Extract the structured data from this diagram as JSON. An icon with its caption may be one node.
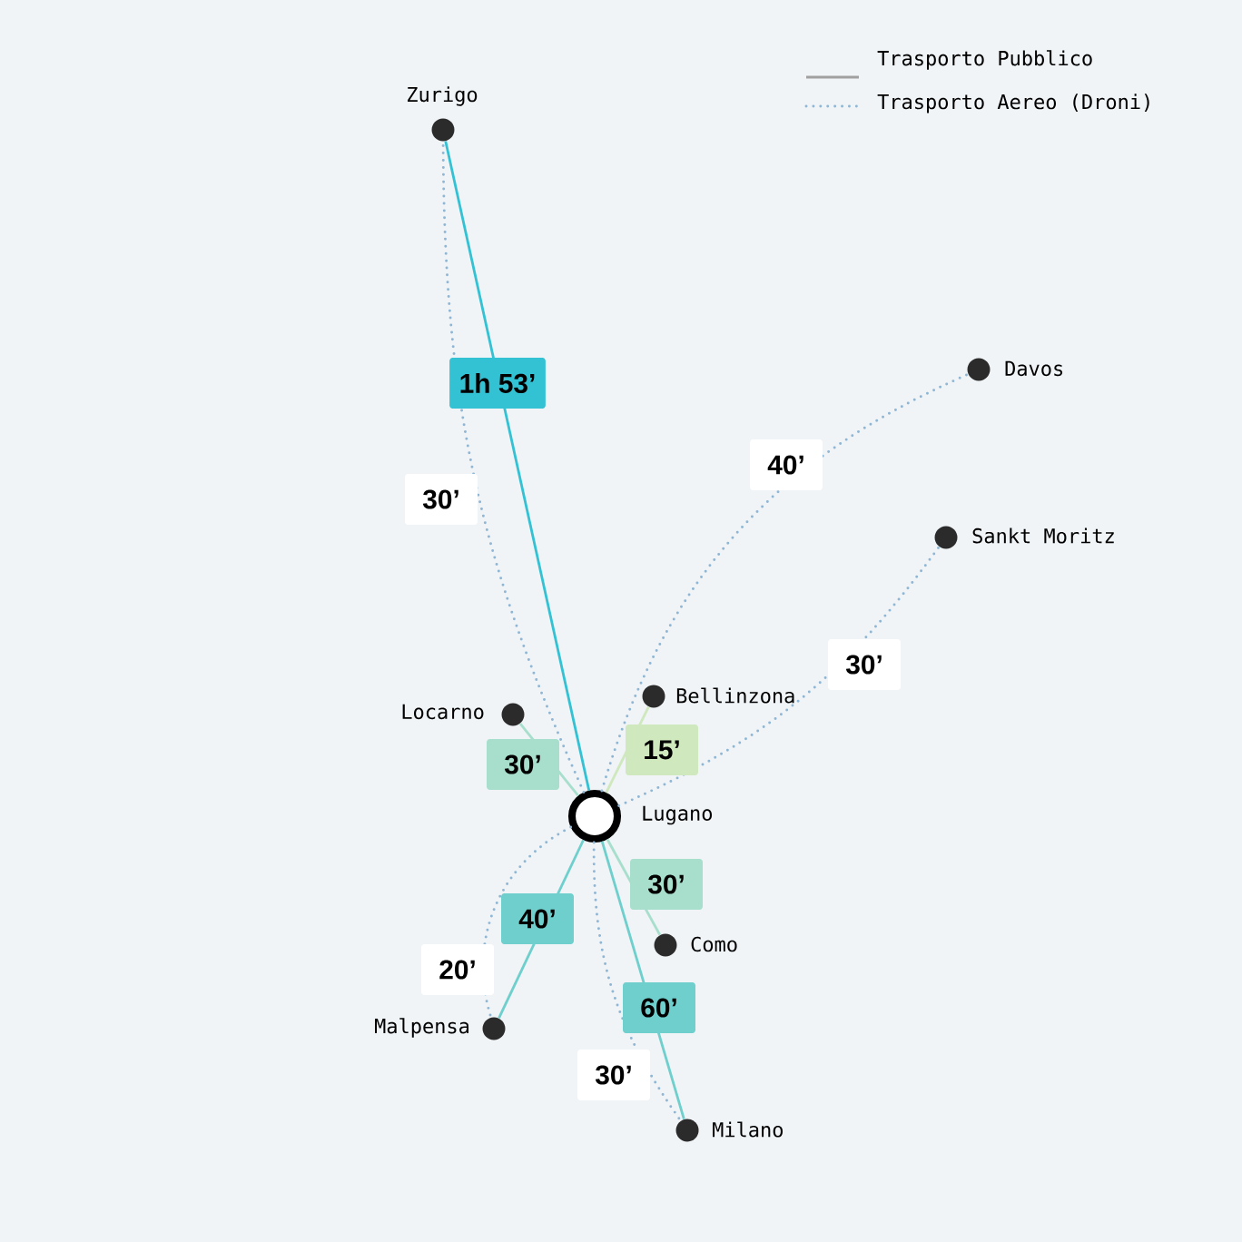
{
  "diagram": {
    "nodes": [
      {
        "text": [
          "Zurigo"
        ]
      },
      {
        "text": [
          "Davos"
        ]
      },
      {
        "text": [
          "Sankt Moritz"
        ]
      },
      {
        "text": [
          "Bellinzona"
        ]
      },
      {
        "text": [
          "Locarno"
        ]
      },
      {
        "text": [
          "Lugano"
        ]
      },
      {
        "text": [
          "Como"
        ]
      },
      {
        "text": [
          "Malpensa"
        ]
      },
      {
        "text": [
          "Milano"
        ]
      }
    ],
    "edges": [
      {
        "from": 5,
        "to": 0,
        "arrow": "none",
        "label": "1h 53’",
        "color": "#33c1d4"
      },
      {
        "from": 5,
        "to": 0,
        "arrow": "none",
        "label": "30’",
        "style": "dashed",
        "color": "#8fb6d4"
      },
      {
        "from": 5,
        "to": 1,
        "arrow": "none",
        "label": "40’",
        "style": "dashed",
        "color": "#8fb6d4"
      },
      {
        "from": 5,
        "to": 2,
        "arrow": "none",
        "label": "30’",
        "style": "dashed",
        "color": "#8fb6d4"
      },
      {
        "from": 5,
        "to": 3,
        "arrow": "none",
        "label": "15’",
        "color": "#cfe8bd"
      },
      {
        "from": 5,
        "to": 4,
        "arrow": "none",
        "label": "30’",
        "color": "#a8dfcc"
      },
      {
        "from": 5,
        "to": 6,
        "arrow": "none",
        "label": "30’",
        "color": "#a8dfcc"
      },
      {
        "from": 5,
        "to": 7,
        "arrow": "none",
        "label": "40’",
        "color": "#6ecfcd"
      },
      {
        "from": 5,
        "to": 7,
        "arrow": "none",
        "label": "20’",
        "style": "dashed",
        "color": "#8fb6d4"
      },
      {
        "from": 5,
        "to": 8,
        "arrow": "none",
        "label": "60’",
        "color": "#6ecfcd"
      },
      {
        "from": 5,
        "to": 8,
        "arrow": "none",
        "label": "30’",
        "style": "dashed",
        "color": "#8fb6d4"
      }
    ],
    "legend": [
      {
        "text": "Trasporto Pubblico"
      },
      {
        "text": "Trasporto Aereo (Droni)"
      }
    ]
  }
}
